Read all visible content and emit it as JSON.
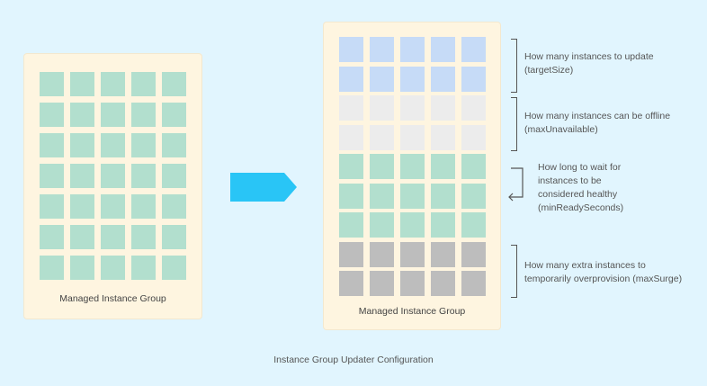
{
  "colors": {
    "background": "#e1f5fe",
    "panel": "#fef5e0",
    "instance_green": "#b2dfce",
    "instance_blue": "#c6dbf7",
    "instance_light_gray": "#ececec",
    "instance_dark_gray": "#bdbdbd",
    "arrow": "#29c5f6"
  },
  "left_group": {
    "label": "Managed Instance Group",
    "rows": [
      "green",
      "green",
      "green",
      "green",
      "green",
      "green",
      "green"
    ]
  },
  "right_group": {
    "label": "Managed Instance Group",
    "rows": [
      "blue",
      "blue",
      "light_gray",
      "light_gray",
      "green",
      "green",
      "green",
      "dark_gray",
      "dark_gray"
    ]
  },
  "columns": 5,
  "annotations": {
    "target_size": "How many instances to update\n(targetSize)",
    "max_unavailable": "How many instances can be offline\n(maxUnavailable)",
    "min_ready": "How long to wait for\ninstances to be\nconsidered healthy\n(minReadySeconds)",
    "max_surge": "How many extra instances to\ntemporarily overprovision (maxSurge)"
  },
  "caption": "Instance Group Updater Configuration"
}
